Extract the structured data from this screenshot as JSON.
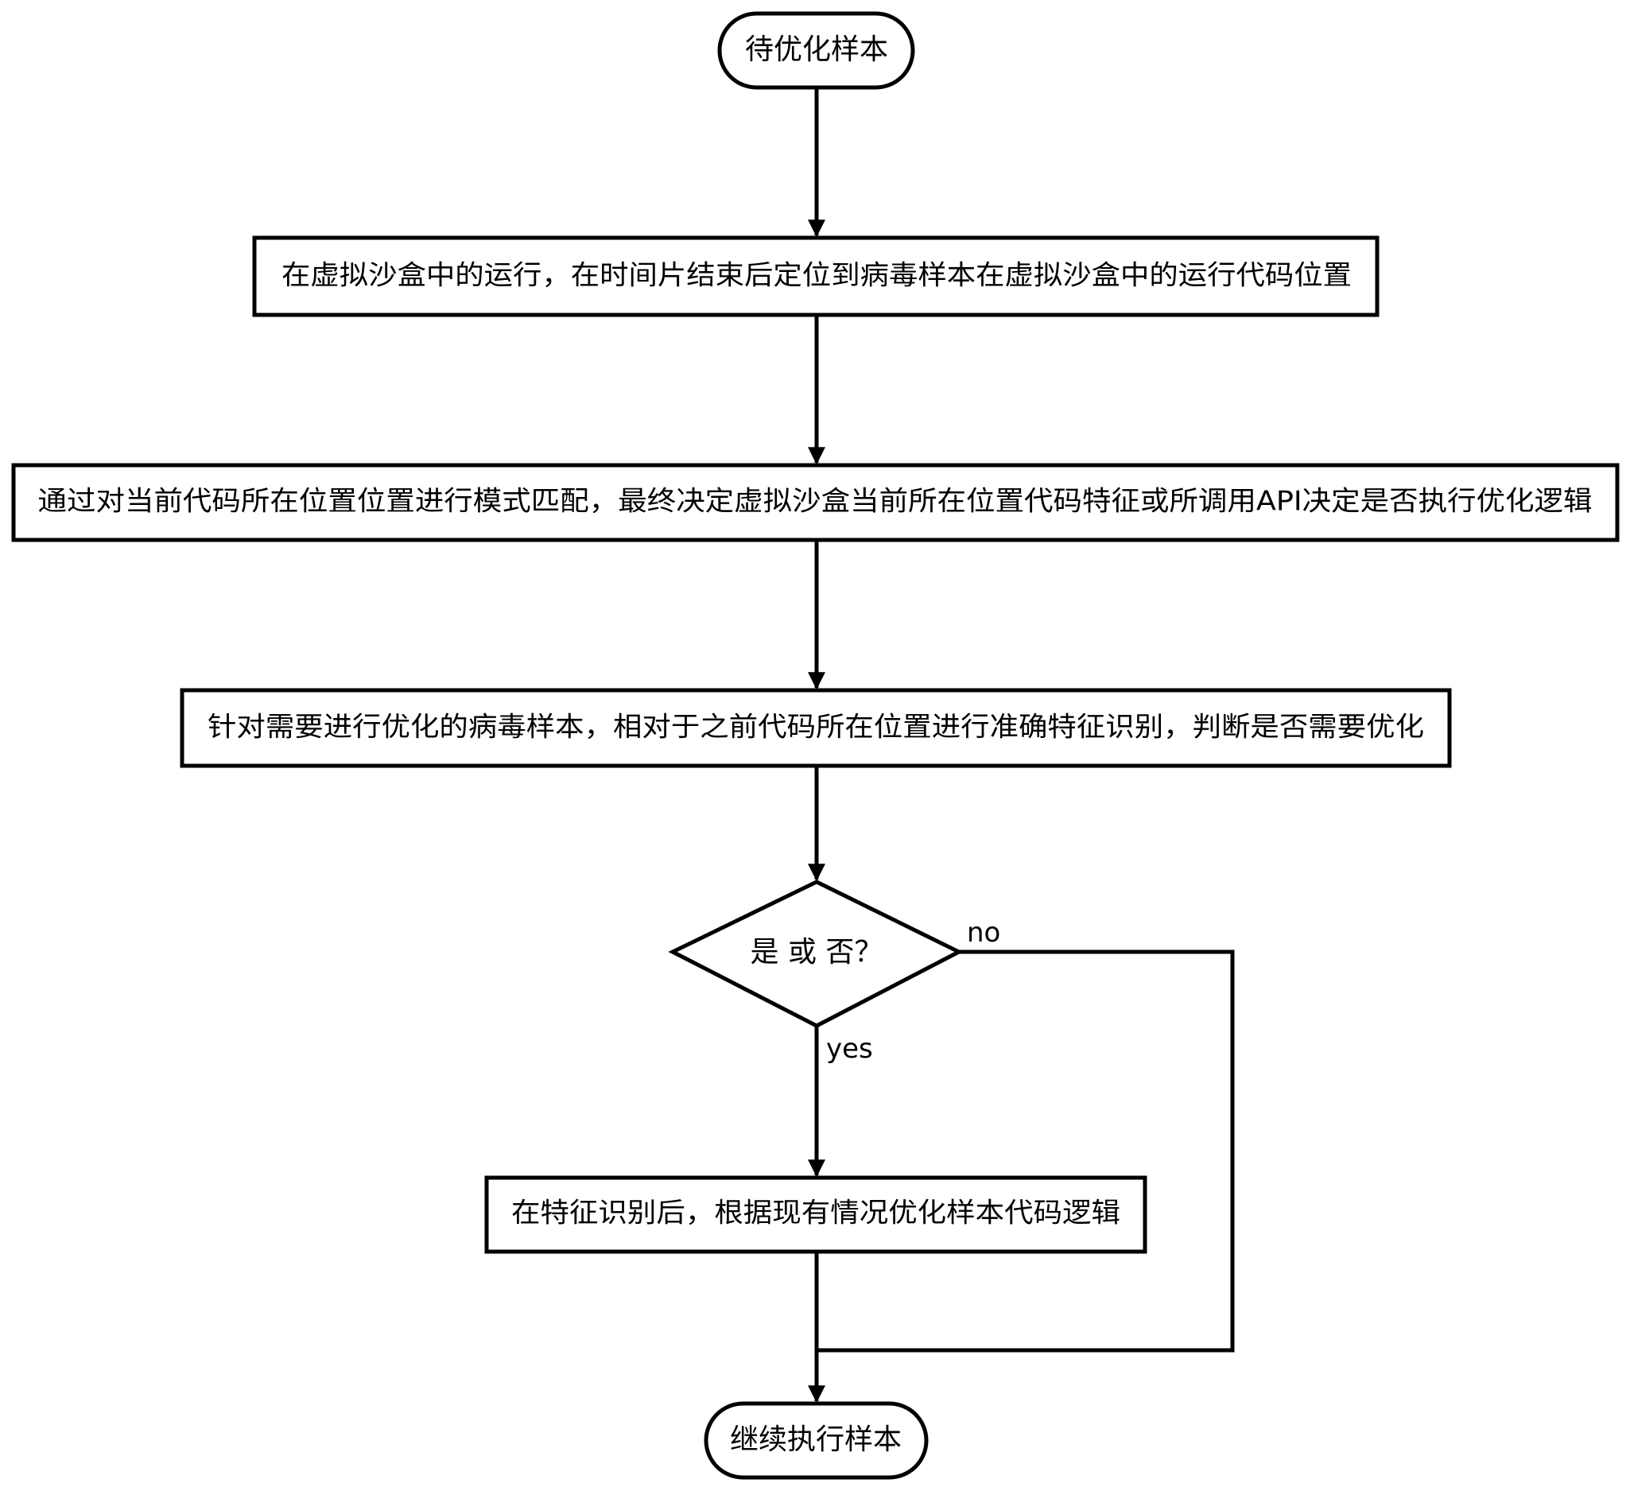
{
  "diagram": {
    "nodes": {
      "start": "待优化样本",
      "step1": "在虚拟沙盒中的运行，在时间片结束后定位到病毒样本在虚拟沙盒中的运行代码位置",
      "step2": "通过对当前代码所在位置位置进行模式匹配，最终决定虚拟沙盒当前所在位置代码特征或所调用API决定是否执行优化逻辑",
      "step3": "针对需要进行优化的病毒样本，相对于之前代码所在位置进行准确特征识别，判断是否需要优化",
      "decision": "是 或 否？",
      "step4": "在特征识别后，根据现有情况优化样本代码逻辑",
      "end": "继续执行样本"
    },
    "edges": {
      "no_label": "no",
      "yes_label": "yes"
    }
  }
}
